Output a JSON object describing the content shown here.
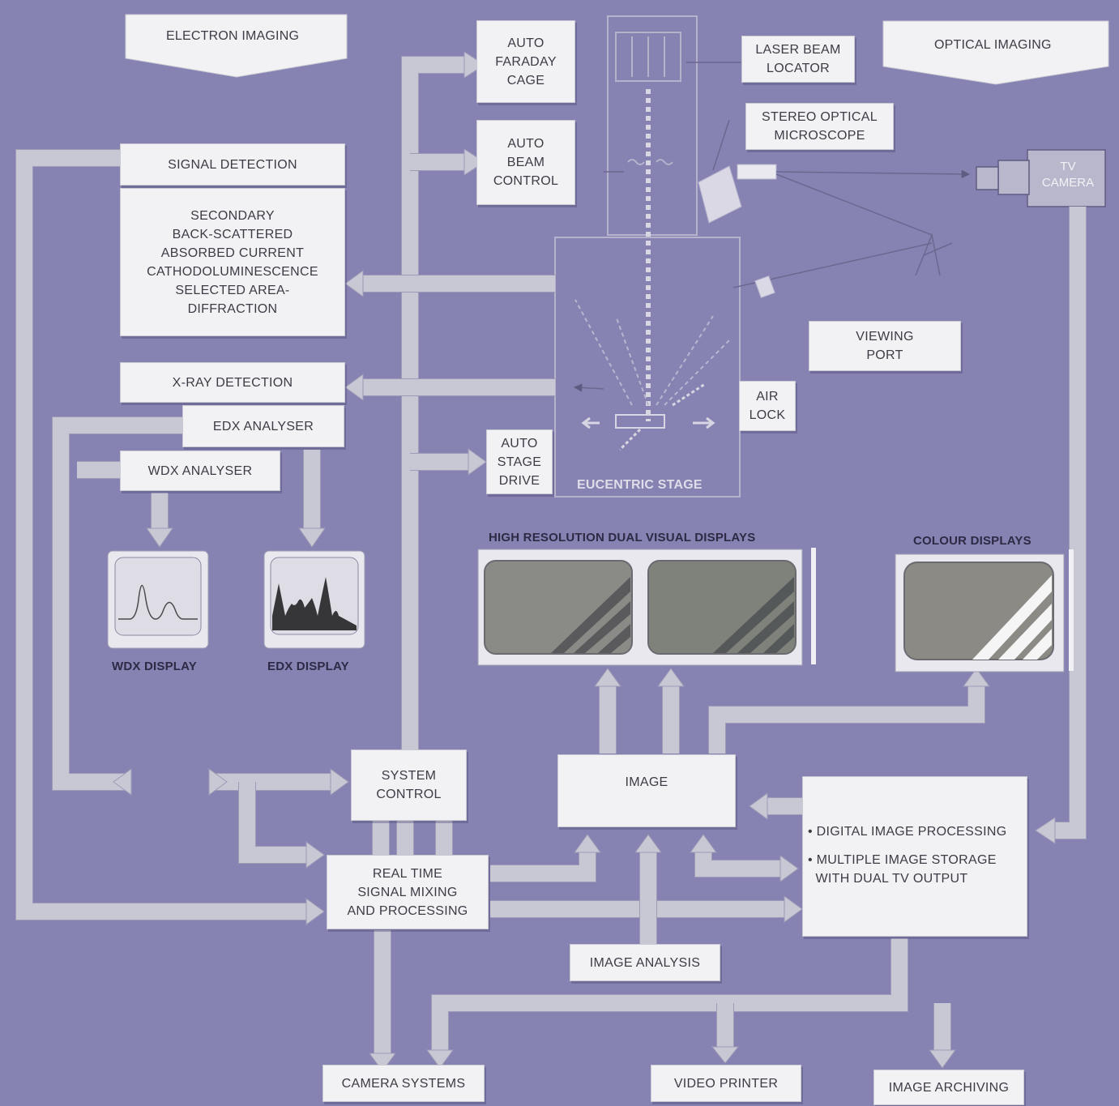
{
  "headers": {
    "electron_imaging": "ELECTRON IMAGING",
    "optical_imaging": "OPTICAL IMAGING"
  },
  "column_boxes": {
    "auto_faraday_cage": [
      "AUTO",
      "FARADAY",
      "CAGE"
    ],
    "auto_beam_control": [
      "AUTO",
      "BEAM",
      "CONTROL"
    ],
    "auto_stage_drive": [
      "AUTO",
      "STAGE",
      "DRIVE"
    ],
    "laser_beam_locator": [
      "LASER BEAM",
      "LOCATOR"
    ],
    "stereo_optical_microscope": [
      "STEREO OPTICAL",
      "MICROSCOPE"
    ],
    "tv_camera": [
      "TV",
      "CAMERA"
    ],
    "viewing_port": [
      "VIEWING",
      "PORT"
    ],
    "air_lock": [
      "AIR",
      "LOCK"
    ],
    "eucentric_stage": "EUCENTRIC STAGE"
  },
  "detection": {
    "signal_detection": "SIGNAL DETECTION",
    "signals": [
      "SECONDARY",
      "BACK-SCATTERED",
      "ABSORBED CURRENT",
      "CATHODOLUMINESCENCE",
      "SELECTED AREA-",
      "DIFFRACTION"
    ],
    "xray_detection": "X-RAY DETECTION",
    "edx_analyser": "EDX ANALYSER",
    "wdx_analyser": "WDX ANALYSER",
    "wdx_display": "WDX DISPLAY",
    "edx_display": "EDX DISPLAY"
  },
  "displays": {
    "high_resolution": "HIGH RESOLUTION DUAL VISUAL DISPLAYS",
    "colour": "COLOUR DISPLAYS"
  },
  "processing": {
    "system_control": [
      "SYSTEM",
      "CONTROL"
    ],
    "image": "IMAGE",
    "real_time": [
      "REAL TIME",
      "SIGNAL MIXING",
      "AND PROCESSING"
    ],
    "digital_items": [
      "• DIGITAL IMAGE PROCESSING",
      "• MULTIPLE IMAGE STORAGE",
      "  WITH DUAL TV OUTPUT"
    ],
    "image_analysis": "IMAGE ANALYSIS"
  },
  "outputs": {
    "camera_systems": "CAMERA SYSTEMS",
    "video_printer": "VIDEO PRINTER",
    "image_archiving": "IMAGE ARCHIVING"
  },
  "colors": {
    "background": "#8683b2",
    "box": "#f2f2f4",
    "connector": "#c8c7d4",
    "screen": "#8a8a86"
  }
}
